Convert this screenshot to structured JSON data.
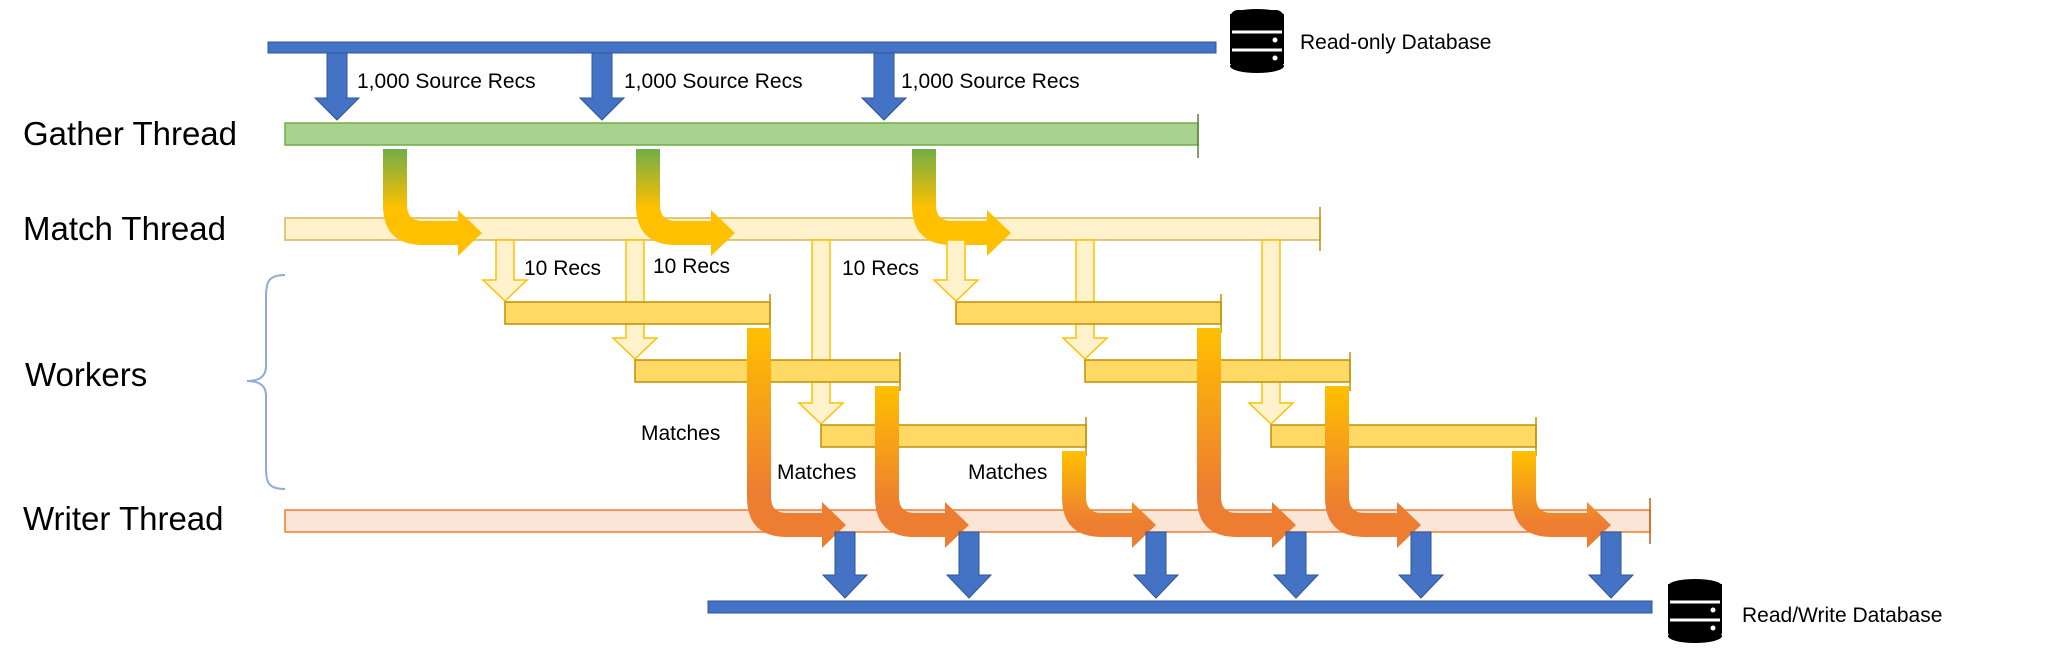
{
  "databases": {
    "source_label": "Read-only Database",
    "target_label": "Read/Write Database"
  },
  "threads": {
    "gather": "Gather Thread",
    "match": "Match Thread",
    "workers": "Workers",
    "writer": "Writer Thread"
  },
  "flows": {
    "source_batch": "1,000 Source Recs",
    "worker_batch": "10 Recs",
    "matches": "Matches"
  },
  "colors": {
    "db_blue": "#4472C4",
    "gather_green": "#A9D18E",
    "gather_border": "#70AD47",
    "match_fill": "#FFF2CC",
    "match_border": "#D6B656",
    "worker_fill": "#FFD966",
    "worker_border": "#BF9000",
    "writer_fill": "#FBE5D6",
    "writer_border": "#C55A11",
    "orange": "#ED7D31",
    "gold": "#FFC000"
  }
}
